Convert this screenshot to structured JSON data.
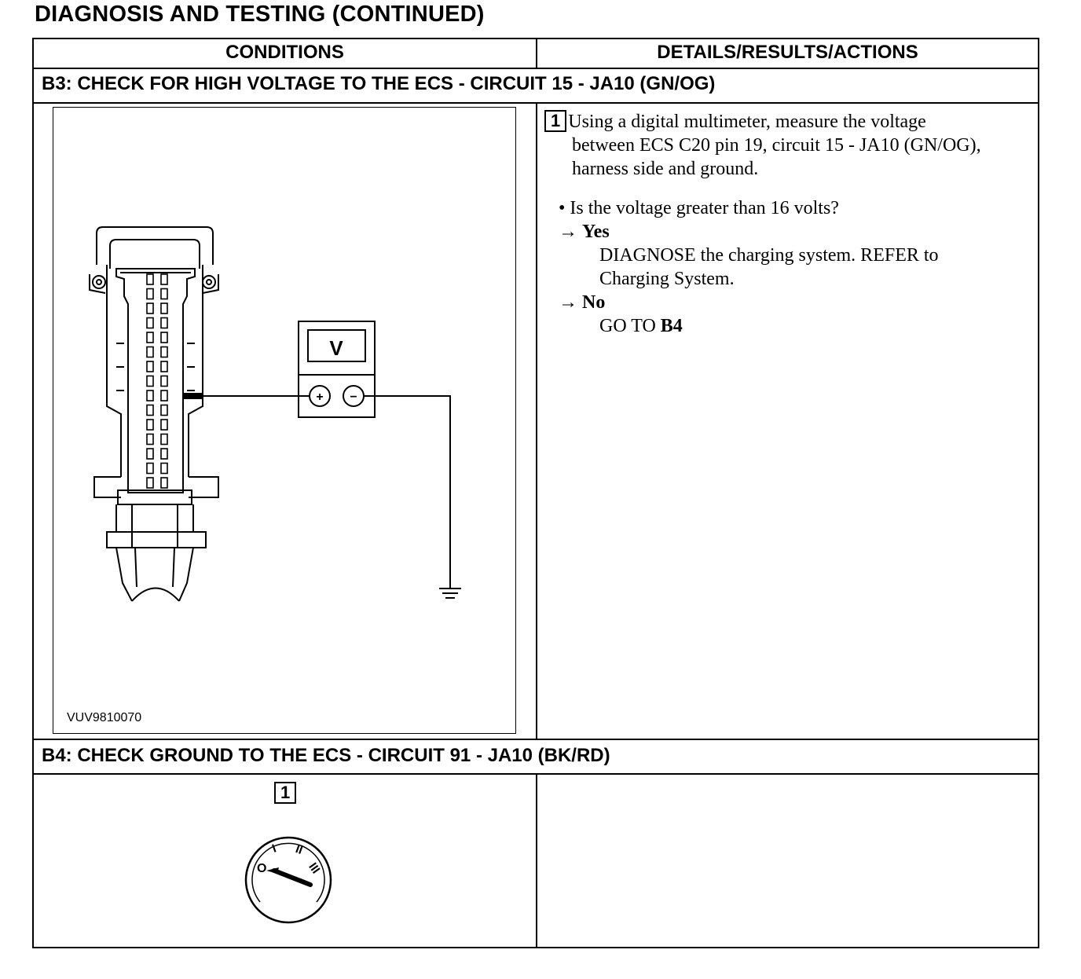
{
  "page_title": "DIAGNOSIS AND TESTING (CONTINUED)",
  "columns": {
    "conditions": "CONDITIONS",
    "details": "DETAILS/RESULTS/ACTIONS"
  },
  "b3": {
    "heading": "B3: CHECK FOR HIGH VOLTAGE TO THE ECS - CIRCUIT 15 - JA10 (GN/OG)",
    "figure_id": "VUV9810070",
    "meter_label": "V",
    "meter_plus": "+",
    "meter_minus": "−",
    "step_number": "1",
    "instruction_line1": "Using a digital multimeter, measure the voltage",
    "instruction_line2": "between ECS C20 pin 19, circuit 15 - JA10 (GN/OG),",
    "instruction_line3": "harness side and ground.",
    "question": "Is the voltage greater than 16 volts?",
    "yes_label": "Yes",
    "yes_action_line1": "DIAGNOSE the charging system.  REFER to",
    "yes_action_line2": "Charging System.",
    "no_label": "No",
    "no_action_prefix": "GO TO ",
    "no_action_target": "B4"
  },
  "b4": {
    "heading": "B4: CHECK GROUND TO THE ECS - CIRCUIT 91 - JA10 (BK/RD)",
    "step_number": "1",
    "ignition_positions": [
      "O",
      "I",
      "II",
      "III"
    ]
  }
}
